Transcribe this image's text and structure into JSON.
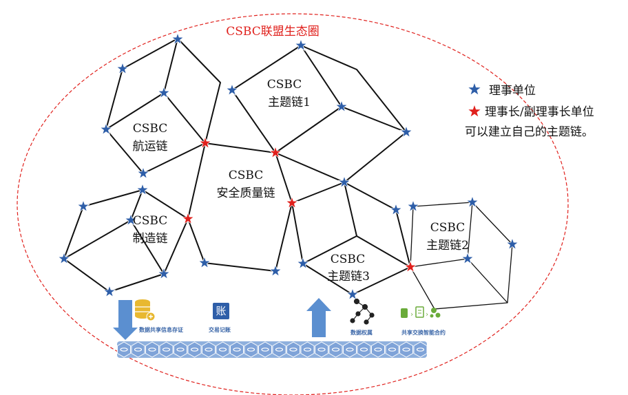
{
  "title": "CSBC联盟生态圈",
  "chains": {
    "shipping": [
      "CSBC",
      "航运链"
    ],
    "topic1": [
      "CSBC",
      "主题链1"
    ],
    "safety": [
      "CSBC",
      "安全质量链"
    ],
    "manufacturing": [
      "CSBC",
      "制造链"
    ],
    "topic3": [
      "CSBC",
      "主题链3"
    ],
    "topic2": [
      "CSBC",
      "主题链2"
    ]
  },
  "legend": {
    "director": "理事单位",
    "chairman": "理事长/副理事长单位",
    "note": "可以建立自己的主题链。"
  },
  "features": {
    "storage": "数据共享信息存证",
    "ledger": "交易记账",
    "ledger_icon_char": "账",
    "rights": "数据权属",
    "contract": "共享交换智能合约"
  },
  "colors": {
    "border": "#e0201c",
    "star_blue": "#2e5ea8",
    "star_red": "#e0201c",
    "arrow": "#5b8fd0",
    "belt": "#6a93cf"
  }
}
